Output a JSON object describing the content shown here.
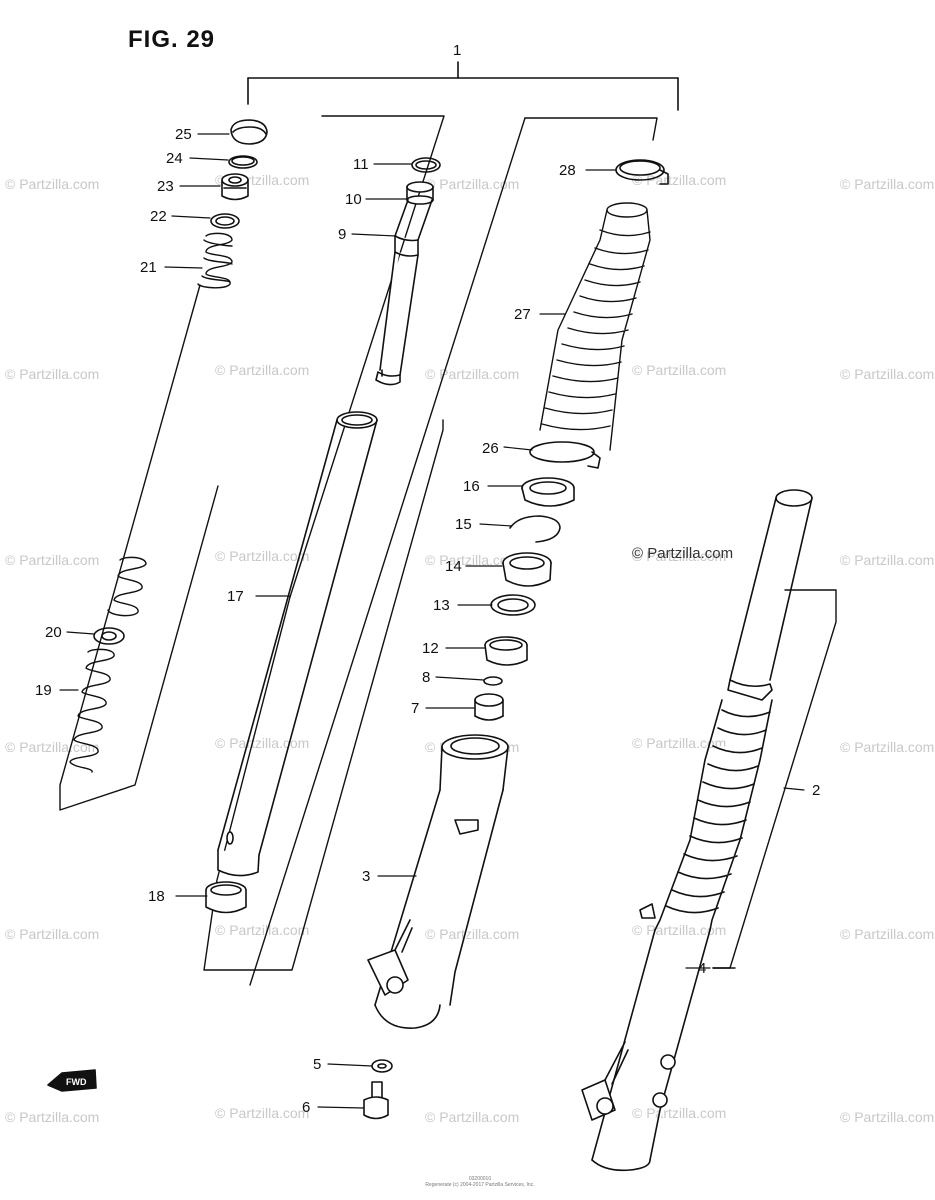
{
  "figure": {
    "title": "FIG. 29"
  },
  "watermark": {
    "text": "© Partzilla.com",
    "featured": "© Partzilla.com"
  },
  "callouts": [
    "1",
    "2",
    "3",
    "4",
    "5",
    "6",
    "7",
    "8",
    "9",
    "10",
    "11",
    "12",
    "13",
    "14",
    "15",
    "16",
    "17",
    "18",
    "19",
    "20",
    "21",
    "22",
    "23",
    "24",
    "25",
    "26",
    "27",
    "28"
  ],
  "badge": {
    "fwd": "FWD"
  },
  "footer": {
    "line1": "03200010",
    "line2": "Regenerate (c) 2004-2017 Partzilla Services, Inc."
  }
}
